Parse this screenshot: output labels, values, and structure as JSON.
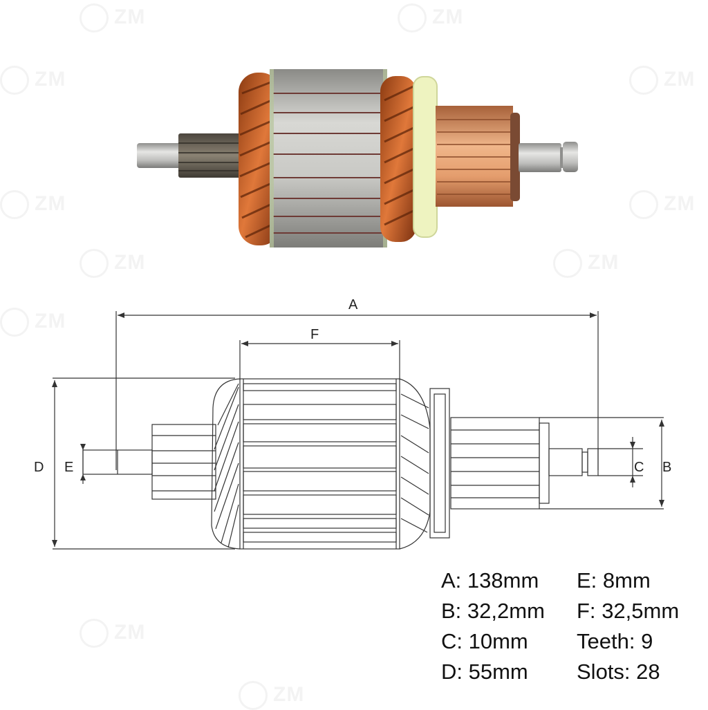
{
  "watermark": {
    "text": "ZM"
  },
  "photo": {
    "subject": "starter-armature-photo"
  },
  "drawing": {
    "labels": {
      "A": "A",
      "B": "B",
      "C": "C",
      "D": "D",
      "E": "E",
      "F": "F"
    }
  },
  "specs": {
    "items": [
      {
        "label": "A:",
        "value": "138mm"
      },
      {
        "label": "E:",
        "value": "8mm"
      },
      {
        "label": "B:",
        "value": "32,2mm"
      },
      {
        "label": "F:",
        "value": "32,5mm"
      },
      {
        "label": "C:",
        "value": "10mm"
      },
      {
        "label": "Teeth:",
        "value": "9"
      },
      {
        "label": "D:",
        "value": "55mm"
      },
      {
        "label": "Slots:",
        "value": "28"
      }
    ]
  },
  "colors": {
    "copper": "#c8622a",
    "steel": "#b9b9b7",
    "insulator": "#f1f4c6",
    "commutator": "#e3a26f",
    "line": "#333333"
  }
}
